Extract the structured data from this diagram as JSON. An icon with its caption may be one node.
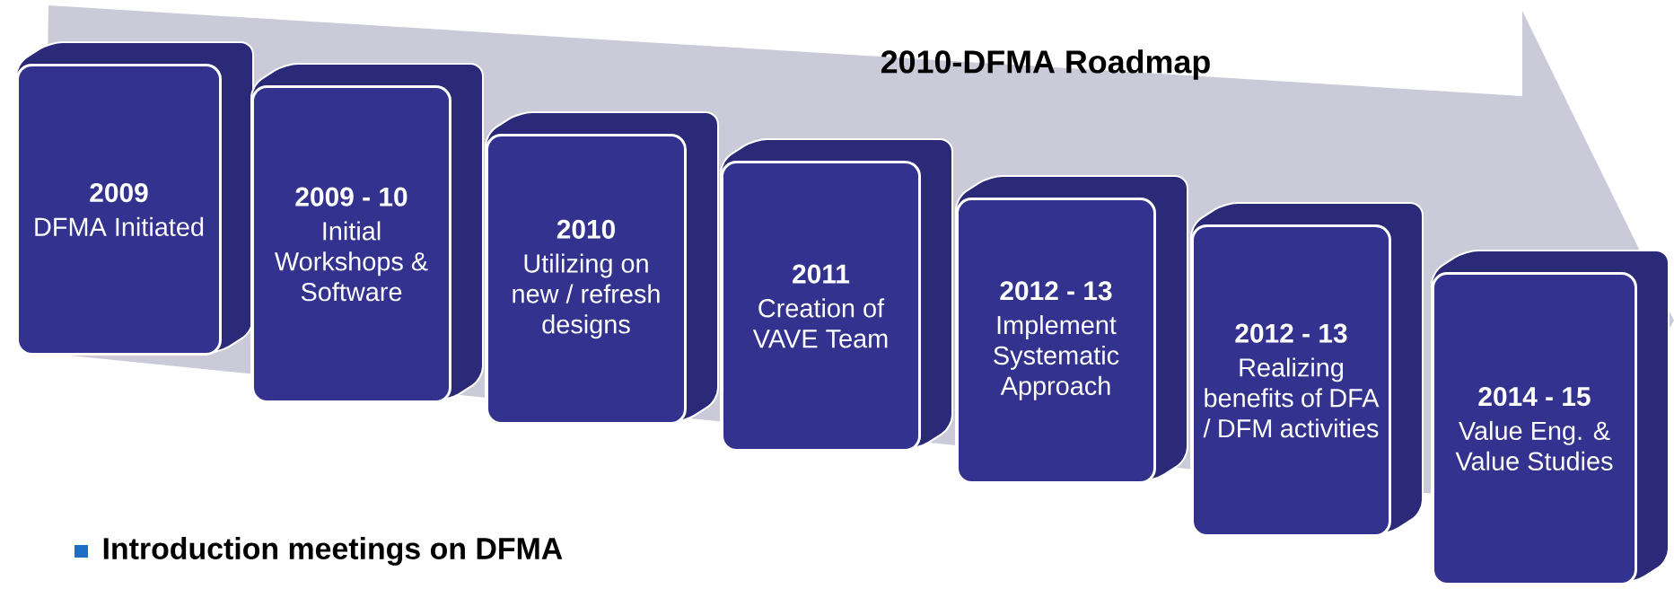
{
  "diagram": {
    "title": "2010-DFMA Roadmap",
    "nodes": [
      {
        "text": [
          "2009",
          "DFMA Initiated"
        ]
      },
      {
        "text": [
          "2009 - 10",
          "Initial Workshops & Software"
        ]
      },
      {
        "text": [
          "2010",
          "Utilizing on new / refresh designs"
        ]
      },
      {
        "text": [
          "2011",
          "Creation of VAVE Team"
        ]
      },
      {
        "text": [
          "2012 - 13",
          "Implement Systematic Approach"
        ]
      },
      {
        "text": [
          "2012 - 13",
          "Realizing benefits of DFA / DFM activities"
        ]
      },
      {
        "text": [
          "2014 - 15",
          "Value Eng. & Value Studies"
        ]
      }
    ],
    "labels": [
      "Introduction meetings on DFMA"
    ]
  }
}
